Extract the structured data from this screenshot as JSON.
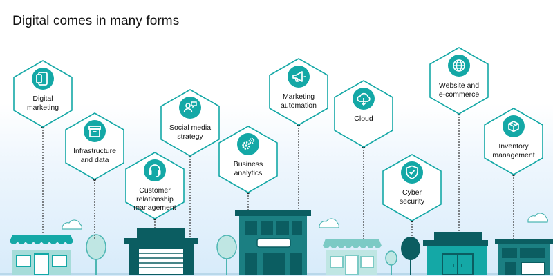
{
  "title": "Digital comes in many forms",
  "colors": {
    "teal": "#14a8a6",
    "dark_teal": "#0b5d61",
    "mid_teal": "#1b7f82",
    "light_teal": "#a6dcd9",
    "cloud_outline": "#4db6b3"
  },
  "nodes": [
    {
      "id": "digital-marketing",
      "label": "Digital\nmarketing",
      "icon": "tablet-icon"
    },
    {
      "id": "infrastructure-and-data",
      "label": "Infrastructure\nand data",
      "icon": "archive-box-icon"
    },
    {
      "id": "customer-relationship-management",
      "label": "Customer\nrelationship\nmanagement",
      "icon": "headset-icon"
    },
    {
      "id": "social-media-strategy",
      "label": "Social media\nstrategy",
      "icon": "chat-users-icon"
    },
    {
      "id": "business-analytics",
      "label": "Business\nanalytics",
      "icon": "gears-icon"
    },
    {
      "id": "marketing-automation",
      "label": "Marketing\nautomation",
      "icon": "megaphone-icon"
    },
    {
      "id": "cloud",
      "label": "Cloud",
      "icon": "cloud-download-icon"
    },
    {
      "id": "cyber-security",
      "label": "Cyber\nsecurity",
      "icon": "shield-check-icon"
    },
    {
      "id": "website-and-e-commerce",
      "label": "Website and\ne-commerce",
      "icon": "globe-icon"
    },
    {
      "id": "inventory-management",
      "label": "Inventory\nmanagement",
      "icon": "boxes-icon"
    }
  ]
}
